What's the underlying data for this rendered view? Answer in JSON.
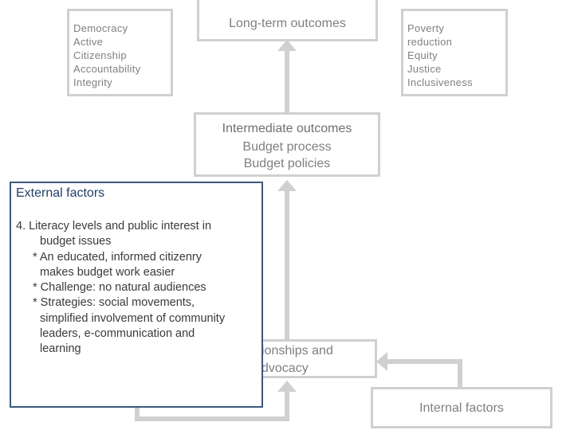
{
  "values_box": {
    "items": [
      "Democracy",
      "Active",
      "Citizenship",
      "Accountability",
      "Integrity"
    ]
  },
  "long_term": {
    "title": "Long-term outcomes"
  },
  "goals_box": {
    "items": [
      "Poverty",
      "reduction",
      "Equity",
      "Justice",
      "Inclusiveness"
    ]
  },
  "intermediate": {
    "title": "Intermediate outcomes",
    "lines": [
      "Budget process",
      "Budget policies"
    ]
  },
  "relationships": {
    "lines": [
      "ionships and",
      "dvocacy"
    ]
  },
  "internal": {
    "title": "Internal factors"
  },
  "external": {
    "title": "External factors",
    "body_lines": [
      "4.  Literacy levels and public interest in",
      "      budget issues",
      "    * An educated, informed citizenry",
      "      makes budget work easier",
      "    * Challenge: no natural audiences",
      "    * Strategies: social movements,",
      "      simplified involvement of community",
      "      leaders, e-communication and",
      "      learning"
    ]
  }
}
